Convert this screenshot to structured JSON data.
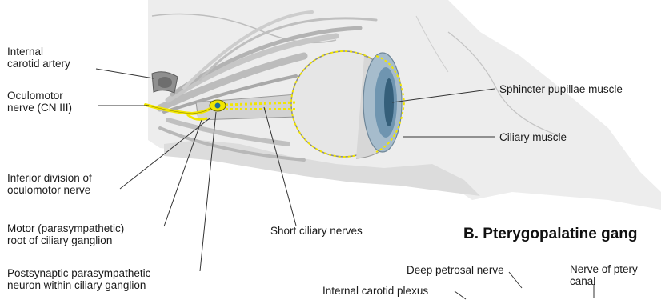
{
  "labels": {
    "internal_carotid_artery": "Internal\ncarotid artery",
    "oculomotor_nerve": "Oculomotor\nnerve (CN III)",
    "inferior_division": "Inferior division of\noculomotor nerve",
    "motor_root": "Motor (parasympathetic)\nroot of ciliary ganglion",
    "postsynaptic_neuron": "Postsynaptic parasympathetic\nneuron within ciliary ganglion",
    "short_ciliary_nerves": "Short ciliary nerves",
    "sphincter_pupillae": "Sphincter pupillae muscle",
    "ciliary_muscle": "Ciliary muscle",
    "deep_petrosal_nerve": "Deep petrosal nerve",
    "nerve_of_pterygoid_canal": "Nerve of ptery\ncanal",
    "internal_carotid_plexus": "Internal carotid plexus"
  },
  "section_b_heading": "B. Pterygopalatine gang",
  "colors": {
    "nerve_yellow": "#f2e600",
    "ganglion_blue": "#1f6f9a",
    "tissue_gray": "#c9c9c9",
    "iris_blue": "#6f95b0"
  }
}
